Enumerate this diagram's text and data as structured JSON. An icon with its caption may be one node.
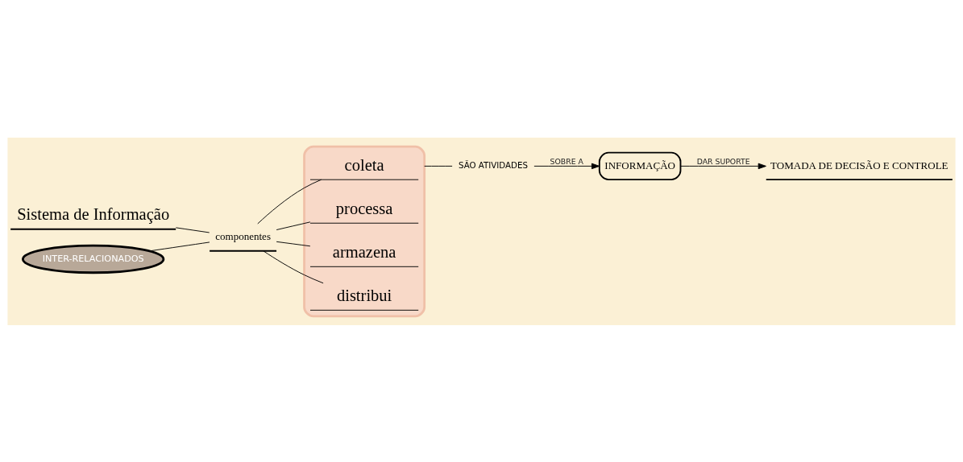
{
  "diagram": {
    "nodes": [
      {
        "text": [
          "Sistema de Informação"
        ]
      },
      {
        "text": [
          "componentes"
        ]
      },
      {
        "text": [
          "INTER-RELACIONADOS"
        ]
      },
      {
        "text": [],
        "shape": "cloud"
      },
      {
        "text": [
          "coleta"
        ],
        "in": 3
      },
      {
        "text": [
          "processa"
        ],
        "in": 3
      },
      {
        "text": [
          "armazena"
        ],
        "in": 3
      },
      {
        "text": [
          "distribui"
        ],
        "in": 3
      },
      {
        "text": [
          "SÃO ATIVIDADES"
        ]
      },
      {
        "text": [
          "INFORMAÇÃO"
        ]
      },
      {
        "text": [
          "TOMADA DE DECISÃO E CONTROLE"
        ]
      }
    ],
    "edges": [
      {
        "from": 0,
        "to": 1,
        "arrow": "none"
      },
      {
        "from": 2,
        "to": 1,
        "arrow": "none"
      },
      {
        "from": 1,
        "to": 4,
        "arrow": "none"
      },
      {
        "from": 1,
        "to": 5,
        "arrow": "none"
      },
      {
        "from": 1,
        "to": 6,
        "arrow": "none"
      },
      {
        "from": 1,
        "to": 7,
        "arrow": "none"
      },
      {
        "from": 3,
        "to": 8,
        "arrow": "none"
      },
      {
        "from": 8,
        "to": 9,
        "label": "SOBRE A",
        "arrow": "to"
      },
      {
        "from": 9,
        "to": 10,
        "label": "DAR SUPORTE",
        "arrow": "to"
      }
    ]
  }
}
